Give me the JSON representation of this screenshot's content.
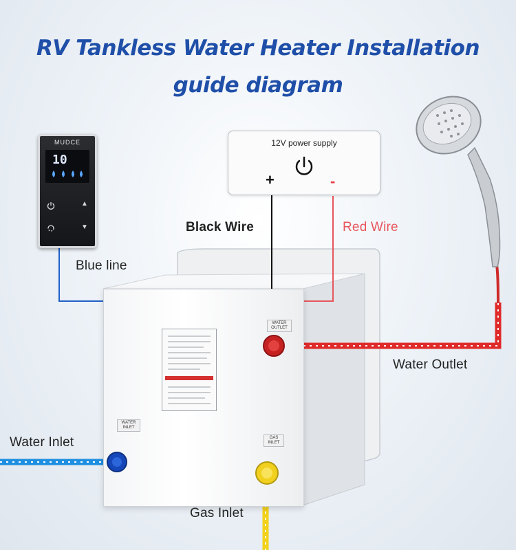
{
  "title": {
    "line1": "RV Tankless Water Heater Installation",
    "line2": "guide diagram"
  },
  "power_supply": {
    "label": "12V power supply",
    "plus": "+",
    "minus": "-"
  },
  "controller": {
    "brand": "MUDCE",
    "temperature": "10",
    "up": "▲",
    "down": "▼"
  },
  "labels": {
    "black_wire": "Black Wire",
    "red_wire": "Red Wire",
    "blue_line": "Blue line",
    "water_outlet": "Water Outlet",
    "water_inlet": "Water Inlet",
    "gas_inlet": "Gas Inlet"
  },
  "unit_tags": {
    "water_outlet": "WATER OUTLET",
    "water_inlet": "WATER INLET",
    "gas_inlet": "GAS INLET"
  },
  "colors": {
    "title": "#1f4fa8",
    "red_wire": "#e8555d",
    "blue_line": "#1f5fc8",
    "water_outlet_pipe": "#e02a2a",
    "water_inlet_pipe": "#1e8fe0",
    "gas_pipe": "#f2d21a"
  }
}
